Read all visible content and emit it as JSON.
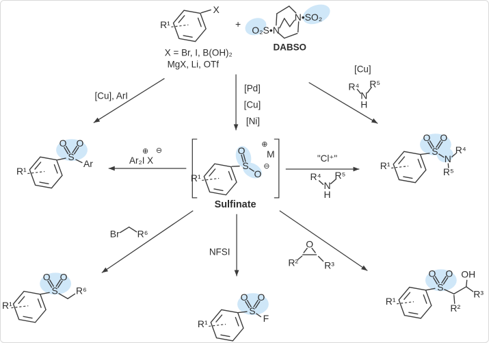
{
  "colors": {
    "ink": "#3b3b3b",
    "text": "#2d2d2d",
    "highlight": "#cfe7f8",
    "background": "#ffffff"
  },
  "top": {
    "aryl_halide": {
      "r1": "R¹",
      "x": "X"
    },
    "plus_sign": "+",
    "dabso": {
      "left_group": "O₂S•N",
      "right_group": "N•SO₂",
      "caption": "DABSO"
    },
    "x_scope_line1": "X = Br, I, B(OH)₂",
    "x_scope_line2": "MgX, Li, OTf"
  },
  "arrows": {
    "left_diagonal": {
      "label": "[Cu], ArI"
    },
    "center_vertical": {
      "labels": [
        "[Pd]",
        "[Cu]",
        "[Ni]"
      ]
    },
    "right_diagonal": {
      "label": "[Cu]",
      "amine": {
        "r4": "R⁴",
        "n": "N",
        "h": "H",
        "r5": "R⁵"
      }
    },
    "to_aryl_sulfone": {
      "label_main": "Ar₂I X",
      "plus": "⊕",
      "minus": "⊖"
    },
    "to_sulfonamide": {
      "label": "\"Cl⁺\"",
      "amine": {
        "r4": "R⁴",
        "n": "N",
        "h": "H",
        "r5": "R⁵"
      }
    },
    "to_alkyl_sulfone": {
      "br": "Br",
      "r6": "R⁶"
    },
    "to_sulfonyl_fluoride": {
      "label": "NFSI"
    },
    "to_hydroxy_sulfone": {
      "epoxide": {
        "o": "O",
        "r2": "R²",
        "r3": "R³"
      }
    }
  },
  "sulfinate": {
    "r1": "R¹",
    "s": "S",
    "o_top": "O",
    "o_side": "O",
    "m": "M",
    "plus": "⊕",
    "minus": "⊖",
    "caption": "Sulfinate"
  },
  "products": {
    "aryl_sulfone": {
      "r1": "R¹",
      "s": "S",
      "o1": "O",
      "o2": "O",
      "ar": "Ar"
    },
    "sulfonamide": {
      "r1": "R¹",
      "s": "S",
      "o1": "O",
      "o2": "O",
      "n": "N",
      "r4": "R⁴",
      "r5": "R⁵"
    },
    "alkyl_sulfone": {
      "r1": "R¹",
      "s": "S",
      "o1": "O",
      "o2": "O",
      "r6": "R⁶"
    },
    "sulfonyl_fluoride": {
      "r1": "R¹",
      "s": "S",
      "o1": "O",
      "o2": "O",
      "f": "F"
    },
    "hydroxy_sulfone": {
      "r1": "R¹",
      "s": "S",
      "o1": "O",
      "o2": "O",
      "oh": "OH",
      "r2": "R²",
      "r3": "R³"
    }
  }
}
